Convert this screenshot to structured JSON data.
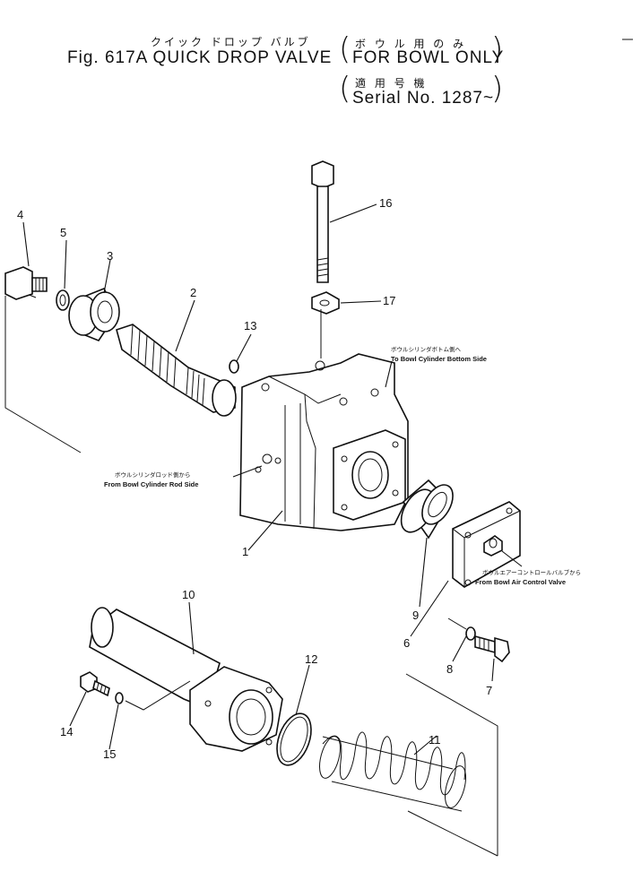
{
  "header": {
    "title_jp": "クイック ドロップ バルブ",
    "title": "Fig. 617A QUICK DROP VALVE",
    "note1_jp": "ボ ウ ル 用 の み",
    "note1": "FOR BOWL ONLY",
    "note2_jp": "適 用 号 機",
    "note2": "Serial No. 1287~"
  },
  "callouts": [
    {
      "id": "4",
      "label": "4"
    },
    {
      "id": "5",
      "label": "5"
    },
    {
      "id": "3",
      "label": "3"
    },
    {
      "id": "2",
      "label": "2"
    },
    {
      "id": "13",
      "label": "13"
    },
    {
      "id": "16",
      "label": "16"
    },
    {
      "id": "17",
      "label": "17"
    },
    {
      "id": "1",
      "label": "1"
    },
    {
      "id": "9",
      "label": "9"
    },
    {
      "id": "6",
      "label": "6"
    },
    {
      "id": "8",
      "label": "8"
    },
    {
      "id": "7",
      "label": "7"
    },
    {
      "id": "10",
      "label": "10"
    },
    {
      "id": "12",
      "label": "12"
    },
    {
      "id": "11",
      "label": "11"
    },
    {
      "id": "14",
      "label": "14"
    },
    {
      "id": "15",
      "label": "15"
    }
  ],
  "annotations": {
    "bottom_side_jp": "ボウルシリンダボトム側へ",
    "bottom_side": "To Bowl Cylinder Bottom Side",
    "rod_side_jp": "ボウルシリンダロッド側から",
    "rod_side": "From Bowl Cylinder Rod Side",
    "air_control_jp": "ボウルエアーコントロールバルブから",
    "air_control": "From Bowl Air Control Valve"
  }
}
